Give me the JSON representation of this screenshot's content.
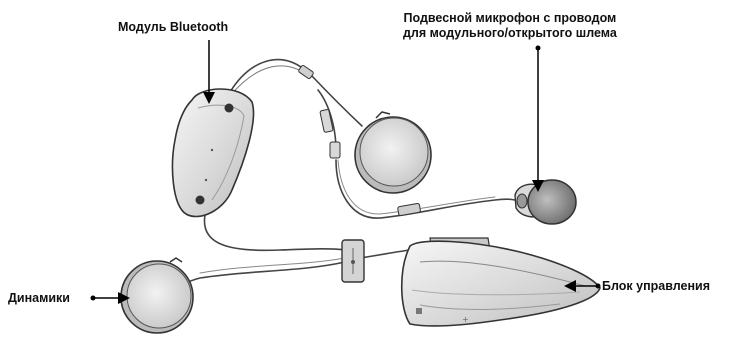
{
  "labels": {
    "bluetooth_module": "Модуль Bluetooth",
    "boom_mic_line1": "Подвесной микрофон с проводом",
    "boom_mic_line2": "для модульного/открытого шлема",
    "speakers": "Динамики",
    "control_unit": "Блок управления"
  },
  "colors": {
    "device_body": "#e8e8e8",
    "outline": "#333333",
    "pointer": "#000000"
  },
  "icons": [
    "bluetooth-module",
    "speaker",
    "boom-microphone",
    "control-unit",
    "cable-connector"
  ]
}
